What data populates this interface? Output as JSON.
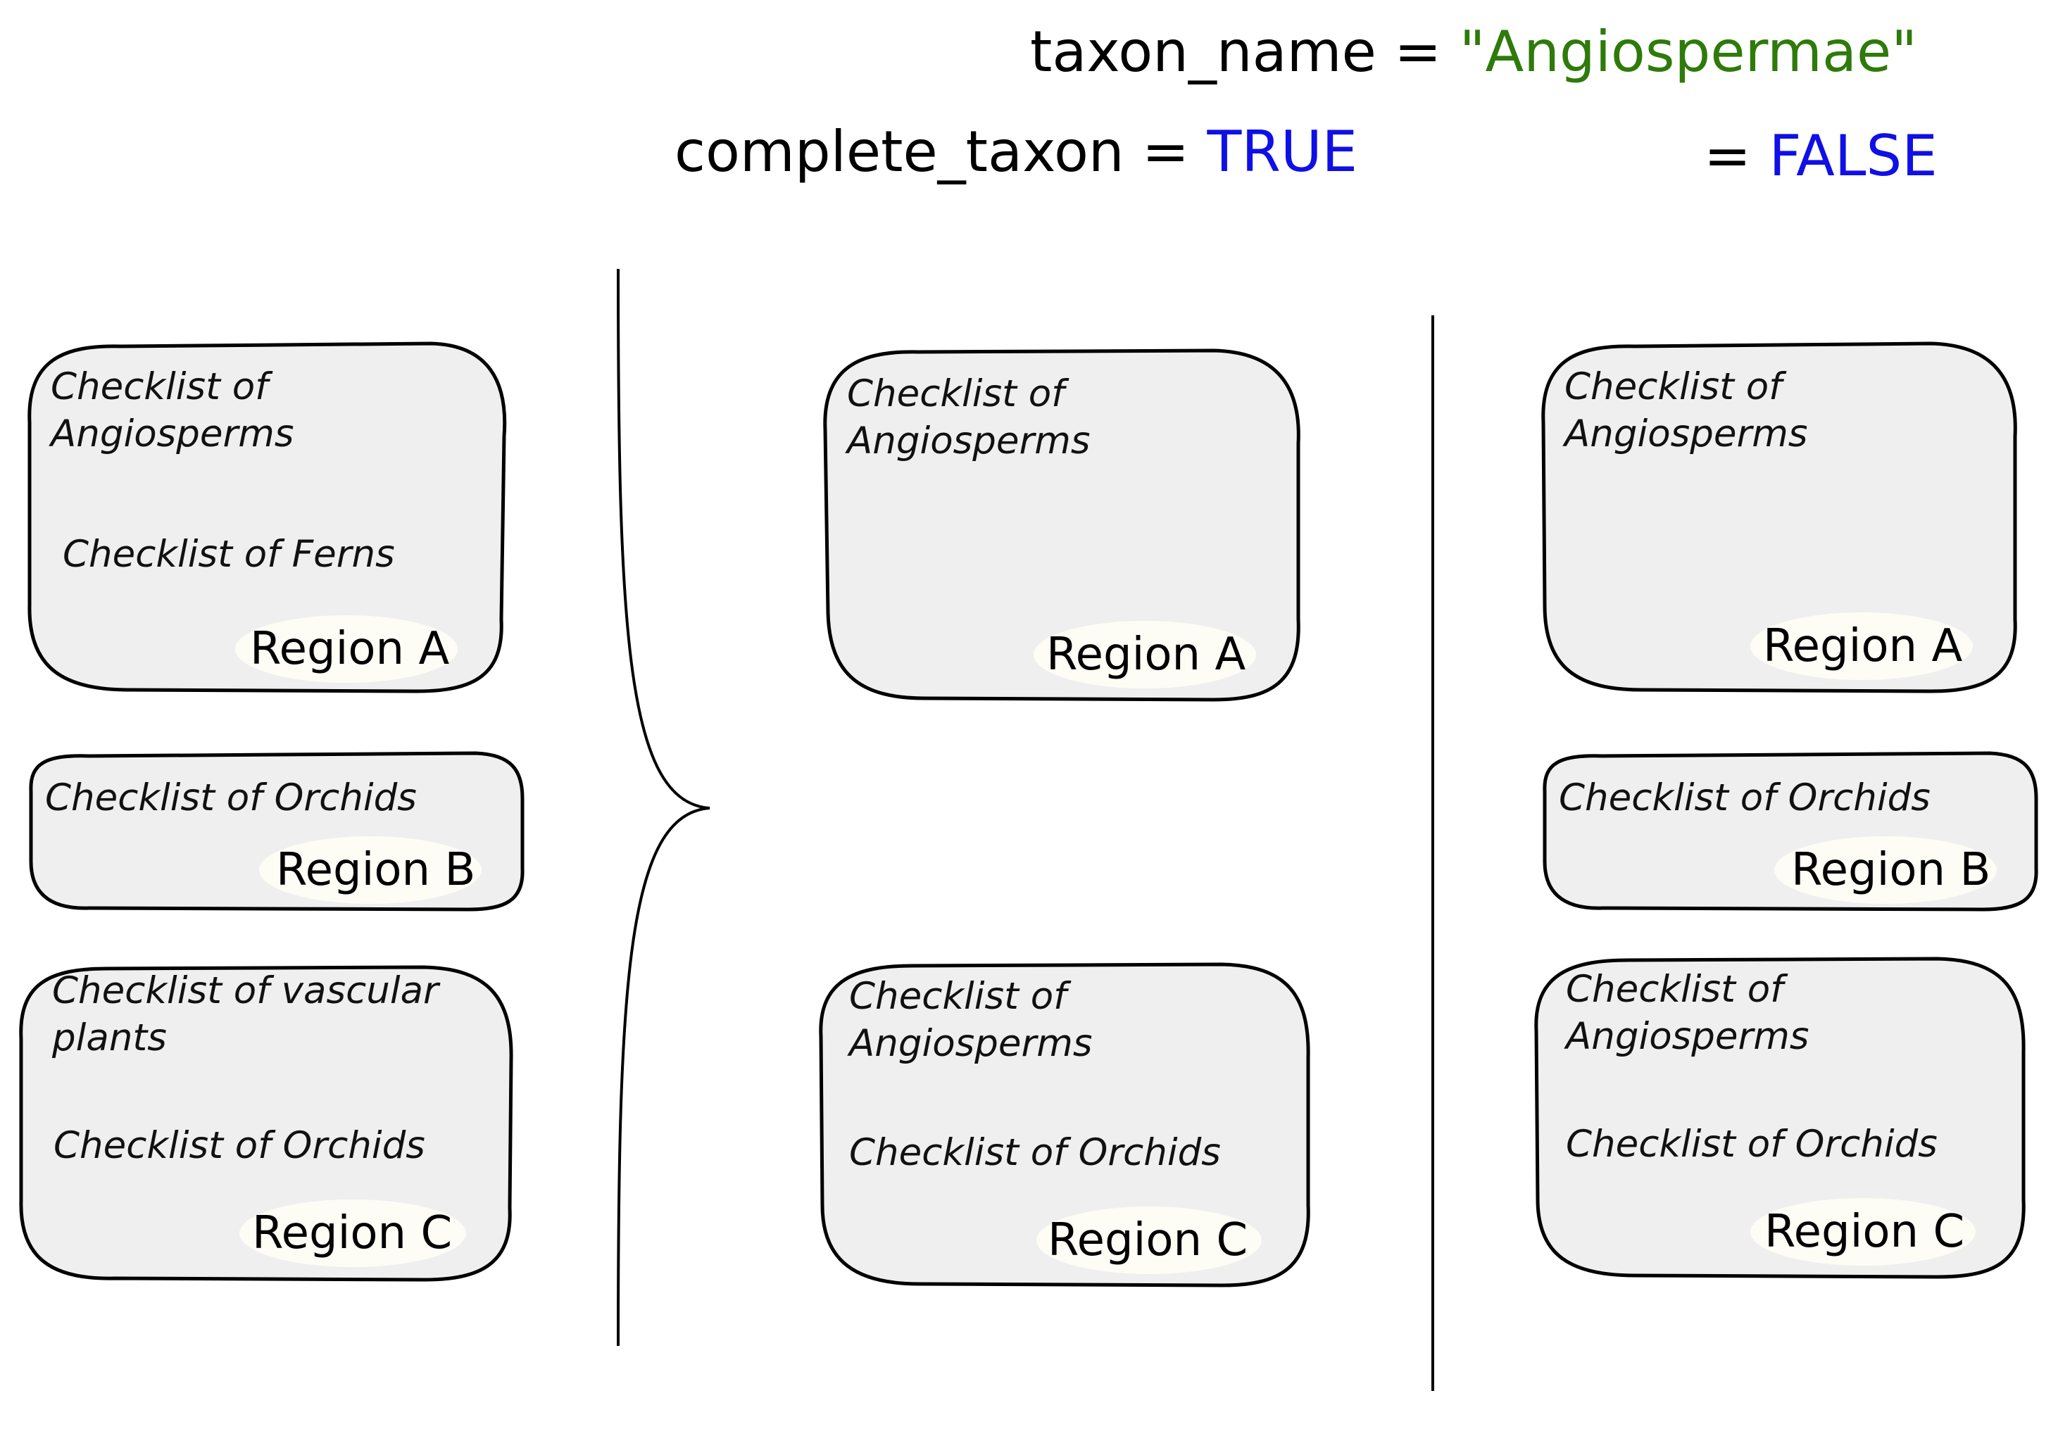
{
  "header": {
    "taxon_name_label": "taxon_name = ",
    "taxon_name_value": "\"Angiospermae\"",
    "complete_taxon_label": "complete_taxon = ",
    "true_value": "TRUE",
    "false_equals": "= ",
    "false_value": "FALSE"
  },
  "colors": {
    "string_value": "#2e7a0a",
    "boolean_value": "#0f0fe6",
    "box_fill": "#efefef",
    "region_label_bg": "#fdfdf6"
  },
  "input_panel": {
    "boxes": [
      {
        "checklists": [
          "Checklist of\nAngiosperms",
          "Checklist of Ferns"
        ],
        "region": "Region A"
      },
      {
        "checklists": [
          "Checklist of Orchids"
        ],
        "region": "Region B"
      },
      {
        "checklists": [
          "Checklist of vascular\nplants",
          "Checklist of Orchids"
        ],
        "region": "Region C"
      }
    ]
  },
  "true_panel": {
    "boxes": [
      {
        "checklists": [
          "Checklist of\nAngiosperms"
        ],
        "region": "Region A"
      },
      {
        "checklists": [
          "Checklist of\nAngiosperms",
          "Checklist of Orchids"
        ],
        "region": "Region C"
      }
    ]
  },
  "false_panel": {
    "boxes": [
      {
        "checklists": [
          "Checklist of\nAngiosperms"
        ],
        "region": "Region A"
      },
      {
        "checklists": [
          "Checklist of Orchids"
        ],
        "region": "Region B"
      },
      {
        "checklists": [
          "Checklist of\nAngiosperms",
          "Checklist of Orchids"
        ],
        "region": "Region C"
      }
    ]
  }
}
